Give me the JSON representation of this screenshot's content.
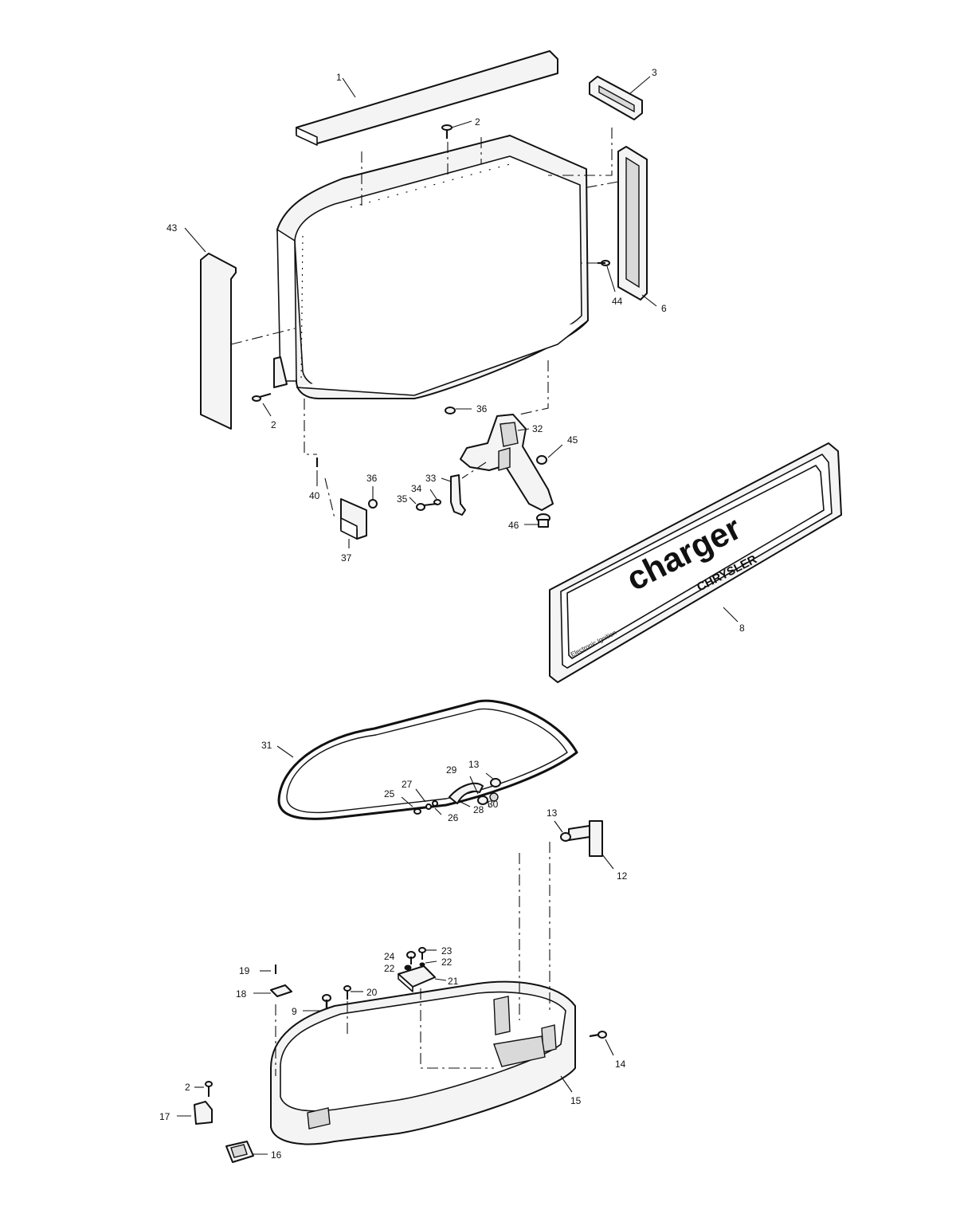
{
  "decal": {
    "brand": "charger",
    "maker": "CHRYSLER",
    "feature": "Electronic Ignition"
  },
  "callouts": [
    {
      "id": "c1",
      "label": "1"
    },
    {
      "id": "c2a",
      "label": "2"
    },
    {
      "id": "c3",
      "label": "3"
    },
    {
      "id": "c43",
      "label": "43"
    },
    {
      "id": "c44",
      "label": "44"
    },
    {
      "id": "c6",
      "label": "6"
    },
    {
      "id": "c2b",
      "label": "2"
    },
    {
      "id": "c36a",
      "label": "36"
    },
    {
      "id": "c32",
      "label": "32"
    },
    {
      "id": "c45",
      "label": "45"
    },
    {
      "id": "c40",
      "label": "40"
    },
    {
      "id": "c36b",
      "label": "36"
    },
    {
      "id": "c34",
      "label": "34"
    },
    {
      "id": "c33",
      "label": "33"
    },
    {
      "id": "c35",
      "label": "35"
    },
    {
      "id": "c46",
      "label": "46"
    },
    {
      "id": "c37",
      "label": "37"
    },
    {
      "id": "c8",
      "label": "8"
    },
    {
      "id": "c31",
      "label": "31"
    },
    {
      "id": "c13a",
      "label": "13"
    },
    {
      "id": "c12",
      "label": "12"
    },
    {
      "id": "c29",
      "label": "29"
    },
    {
      "id": "c13b",
      "label": "13"
    },
    {
      "id": "c27",
      "label": "27"
    },
    {
      "id": "c25",
      "label": "25"
    },
    {
      "id": "c26",
      "label": "26"
    },
    {
      "id": "c28",
      "label": "28"
    },
    {
      "id": "c30",
      "label": "30"
    },
    {
      "id": "c24",
      "label": "24"
    },
    {
      "id": "c23",
      "label": "23"
    },
    {
      "id": "c22a",
      "label": "22"
    },
    {
      "id": "c22b",
      "label": "22"
    },
    {
      "id": "c21",
      "label": "21"
    },
    {
      "id": "c19",
      "label": "19"
    },
    {
      "id": "c18",
      "label": "18"
    },
    {
      "id": "c20",
      "label": "20"
    },
    {
      "id": "c9",
      "label": "9"
    },
    {
      "id": "c14",
      "label": "14"
    },
    {
      "id": "c15",
      "label": "15"
    },
    {
      "id": "c2c",
      "label": "2"
    },
    {
      "id": "c17",
      "label": "17"
    },
    {
      "id": "c16",
      "label": "16"
    }
  ]
}
